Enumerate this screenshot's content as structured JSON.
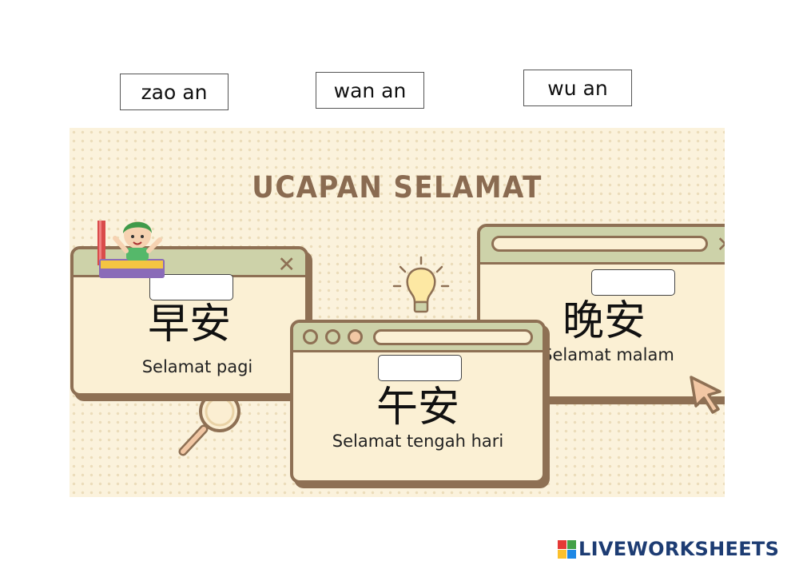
{
  "answers": [
    {
      "label": "zao an"
    },
    {
      "label": "wan an"
    },
    {
      "label": "wu an"
    }
  ],
  "board": {
    "title": "UCAPAN SELAMAT",
    "cards": [
      {
        "chinese": "早安",
        "malay": "Selamat pagi"
      },
      {
        "chinese": "午安",
        "malay": "Selamat tengah hari"
      },
      {
        "chinese": "晚安",
        "malay": "Selamat malam"
      }
    ]
  },
  "footer": {
    "brand": "LIVEWORKSHEETS"
  },
  "colors": {
    "board_bg": "#fbf2dc",
    "window_border": "#8e7054",
    "window_bar": "#cdd2a9",
    "title": "#8a6b51",
    "brand": "#1d3c73"
  },
  "icons": [
    "close-icon",
    "lightbulb-icon",
    "magnifier-icon",
    "cursor-arrow-icon",
    "child-in-bed-illustration"
  ]
}
